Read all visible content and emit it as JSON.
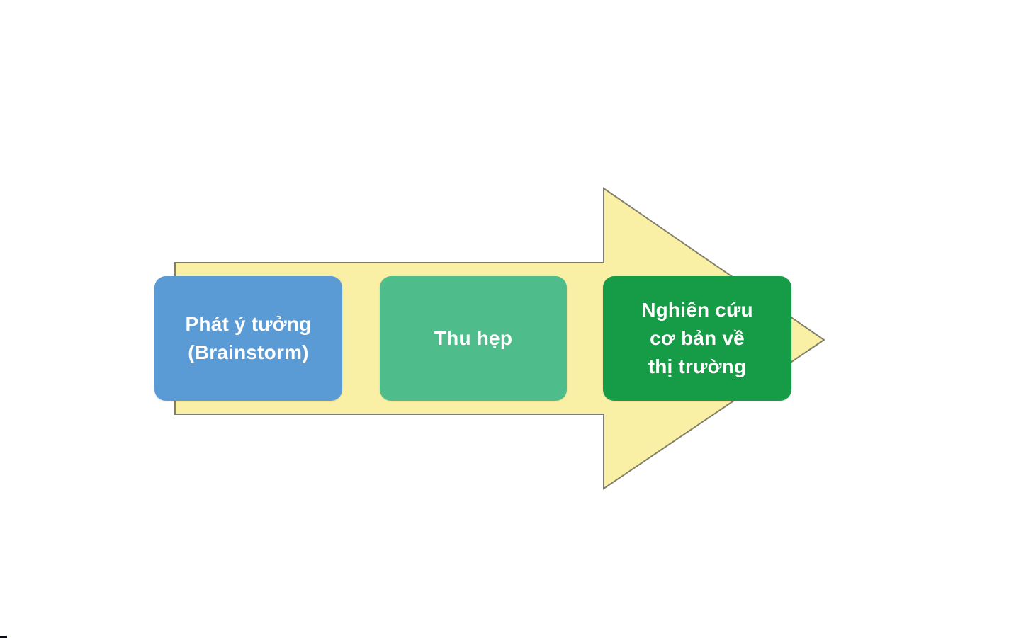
{
  "diagram": {
    "background_color": "#ffffff",
    "arrow": {
      "shape": "right-arrow",
      "fill_color": "#FAF0A5",
      "outline_color": "#80806A"
    },
    "steps": [
      {
        "label": "Phát ý tưởng (Brainstorm)",
        "lines": [
          "Phát ý tưởng",
          "(Brainstorm)"
        ],
        "fill_color": "#5B9BD5",
        "text_color": "#FFFFFF"
      },
      {
        "label": "Thu hẹp",
        "lines": [
          "Thu hẹp"
        ],
        "fill_color": "#4FBD8B",
        "text_color": "#FFFFFF"
      },
      {
        "label": "Nghiên cứu cơ bản về thị trường",
        "lines": [
          "Nghiên cứu",
          "cơ bản về",
          "thị trường"
        ],
        "fill_color": "#169B46",
        "text_color": "#FFFFFF"
      }
    ]
  }
}
